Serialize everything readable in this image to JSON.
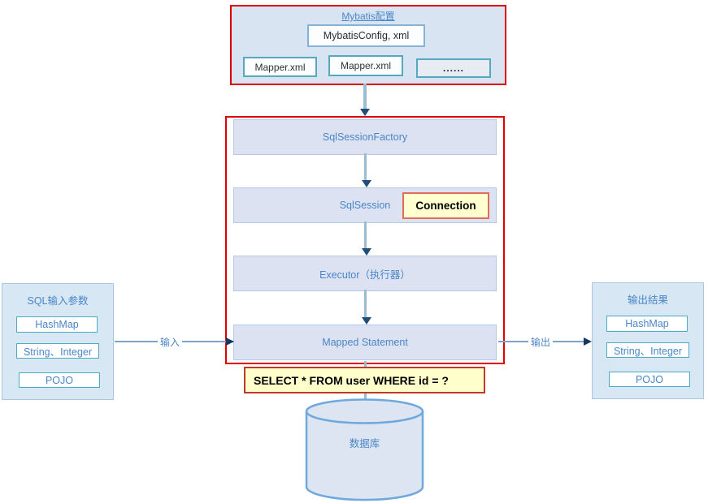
{
  "config_group": {
    "title": "Mybatis配置",
    "config_file": "MybatisConfig, xml",
    "mapper_1": "Mapper.xml",
    "mapper_2": "Mapper.xml",
    "more": "......"
  },
  "core_group": {
    "sql_session_factory": "SqlSessionFactory",
    "sql_session": "SqlSession",
    "connection_label": "Connection",
    "executor": "Executor（执行器）",
    "mapped_statement": "Mapped Statement"
  },
  "sql_statement": "SELECT * FROM user WHERE id = ?",
  "database": {
    "label": "数据库"
  },
  "input_group": {
    "title": "SQL输入参数",
    "items": [
      "HashMap",
      "String、Integer",
      "POJO"
    ]
  },
  "output_group": {
    "title": "输出结果",
    "items": [
      "HashMap",
      "String、Integer",
      "POJO"
    ]
  },
  "arrows": {
    "input_label": "输入",
    "output_label": "输出"
  },
  "colors": {
    "red_border": "#e00000",
    "accent_blue_text": "#4a86c8",
    "yellow_fill": "#ffffcc",
    "lavender_fill": "#dce2f1",
    "light_blue_fill": "#d9e4f2",
    "teal_border": "#4bacc6",
    "arrow_line": "#9cbcd3",
    "arrow_head": "#1f4e79",
    "cylinder_border": "#6fa8dc"
  }
}
